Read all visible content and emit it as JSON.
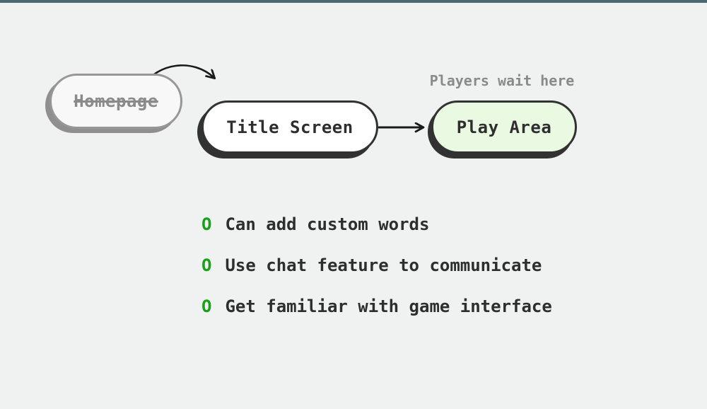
{
  "page": {
    "background_color": "#f0f1f1",
    "accent_bar_color": "#4b6872"
  },
  "flow": {
    "homepage": {
      "label": "Homepage",
      "status": "crossed-out",
      "border_color": "#979797",
      "text_color": "#8a8a8a"
    },
    "title_screen": {
      "label": "Title Screen",
      "fill_color": "#ffffff",
      "border_color": "#323232"
    },
    "play_area": {
      "label": "Play Area",
      "fill_color": "#eafae2",
      "border_color": "#323232"
    },
    "play_area_note": "Players wait here",
    "arrow_color": "#1a1a1a"
  },
  "checklist": {
    "marker": "O",
    "marker_color": "#17a217",
    "items": [
      "Can add custom words",
      "Use chat feature to communicate",
      "Get familiar with game interface"
    ]
  }
}
